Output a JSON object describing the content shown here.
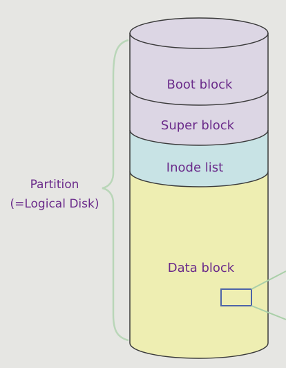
{
  "partition": {
    "label_line1": "Partition",
    "label_line2": "(=Logical Disk)"
  },
  "layers": [
    {
      "label": "Boot block",
      "color": "#dcd6e4"
    },
    {
      "label": "Super block",
      "color": "#dcd6e4"
    },
    {
      "label": "Inode list",
      "color": "#c8e3e5"
    },
    {
      "label": "Data block",
      "color": "#eeeeb2"
    }
  ],
  "colors": {
    "background": "#e6e6e3",
    "text": "#6a2a8a",
    "brace": "#b9d6b8",
    "outline": "#3a3a3a",
    "highlight_box": "#4d64a8",
    "connector": "#a9cfa8"
  }
}
